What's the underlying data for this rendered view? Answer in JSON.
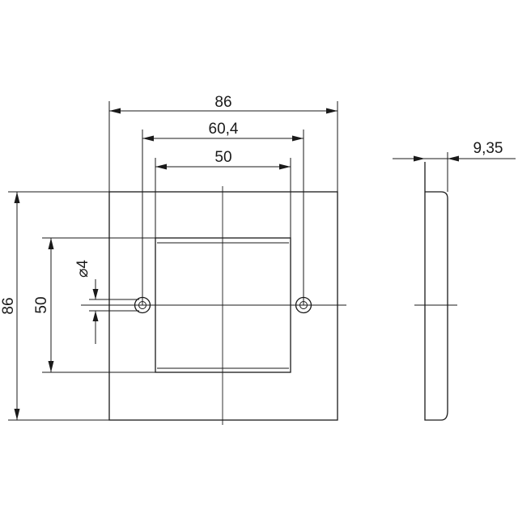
{
  "dimensions": {
    "plate_width": "86",
    "hole_spacing": "60,4",
    "window_width": "50",
    "depth": "9,35",
    "plate_height": "86",
    "window_height": "50",
    "hole_diameter": "4"
  },
  "symbols": {
    "diameter_symbol": "⌀"
  }
}
